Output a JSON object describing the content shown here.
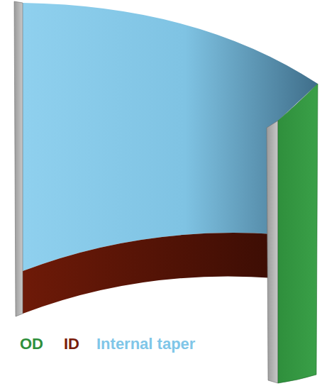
{
  "diagram": {
    "labels": [
      "OD",
      "ID",
      "Internal taper"
    ]
  }
}
